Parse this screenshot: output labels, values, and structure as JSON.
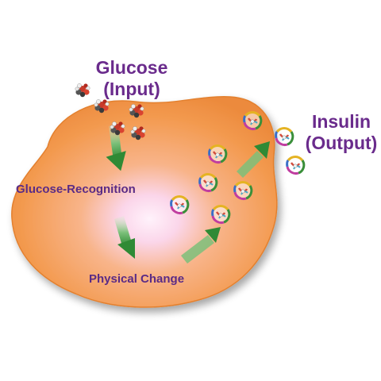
{
  "input": {
    "line1": "Glucose",
    "line2": "(Input)"
  },
  "output": {
    "line1": "Insulin",
    "line2": "(Output)"
  },
  "steps": {
    "recognition": "Glucose-Recognition",
    "physical_change": "Physical Change"
  },
  "colors": {
    "heading_text": "#6a2b8c",
    "step_text": "#5a2b86",
    "cell_fill": "#f4a057",
    "cell_edge": "#e3802f",
    "cell_glow": "#fbe3f2",
    "arrow": "#2f8a35"
  },
  "icons": {
    "glucose": "glucose-molecule-icon",
    "insulin": "insulin-hexamer-icon"
  }
}
